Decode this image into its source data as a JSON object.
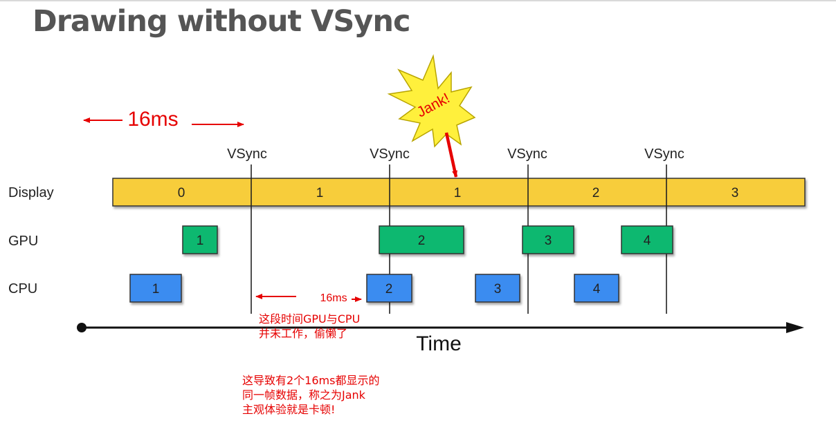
{
  "slide": {
    "title": "Drawing without VSync"
  },
  "diagram": {
    "vsync_label": "VSync",
    "rows": {
      "display": "Display",
      "gpu": "GPU",
      "cpu": "CPU"
    },
    "display_frames": [
      "0",
      "1",
      "1",
      "2",
      "3"
    ],
    "gpu_frames": [
      "1",
      "2",
      "3",
      "4"
    ],
    "cpu_frames": [
      "1",
      "2",
      "3",
      "4"
    ],
    "time_axis_label": "Time",
    "jank_label": "Jank!",
    "interval_label": "16ms",
    "interval_label_small": "16ms",
    "colors": {
      "display_bar": "#f7cd3a",
      "gpu_block": "#07b86f",
      "cpu_block": "#3a8cf0",
      "annotation_red": "#e60000",
      "jank_star": "#fff03c"
    }
  },
  "annotations": {
    "idle_note": [
      "这段时间GPU与CPU",
      "并未工作，偷懒了"
    ],
    "jank_note": [
      "这导致有2个16ms都显示的",
      "同一帧数据，称之为Jank",
      "主观体验就是卡顿!"
    ]
  }
}
